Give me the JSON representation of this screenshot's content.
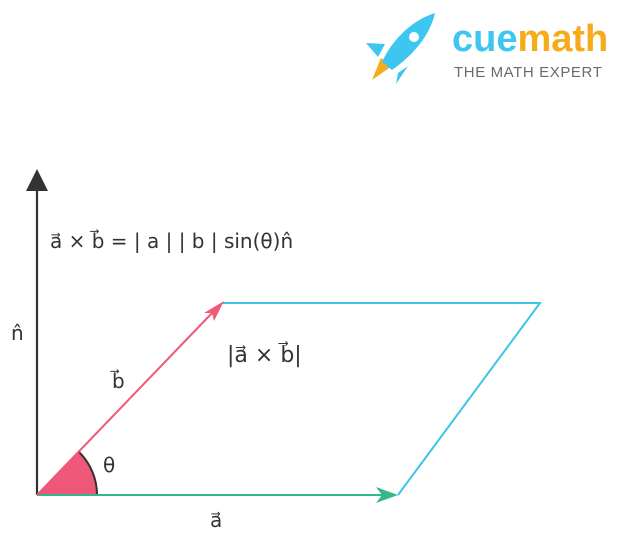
{
  "logo": {
    "brand_part1": "cue",
    "brand_part2": "math",
    "tagline": "THE MATH EXPERT",
    "colors": {
      "cue": "#3dc6ef",
      "math": "#f6ab1b",
      "tagline": "#6b6b6b",
      "rocket_body": "#3dc6ef",
      "rocket_flame": "#f6ab1b"
    }
  },
  "diagram": {
    "formula": "a⃗ × b⃗ = | a | | b | sin(θ)n̂",
    "normal_label": "n̂",
    "vector_b_label": "b⃗",
    "vector_a_label": "a⃗",
    "angle_label": "θ",
    "area_label": "|a⃗ × b⃗|",
    "colors": {
      "normal": "#333333",
      "vector_a": "#35b889",
      "vector_b": "#f0587a",
      "parallelogram": "#3ec4ea",
      "angle_fill": "#f0587a",
      "text": "#333333"
    }
  }
}
